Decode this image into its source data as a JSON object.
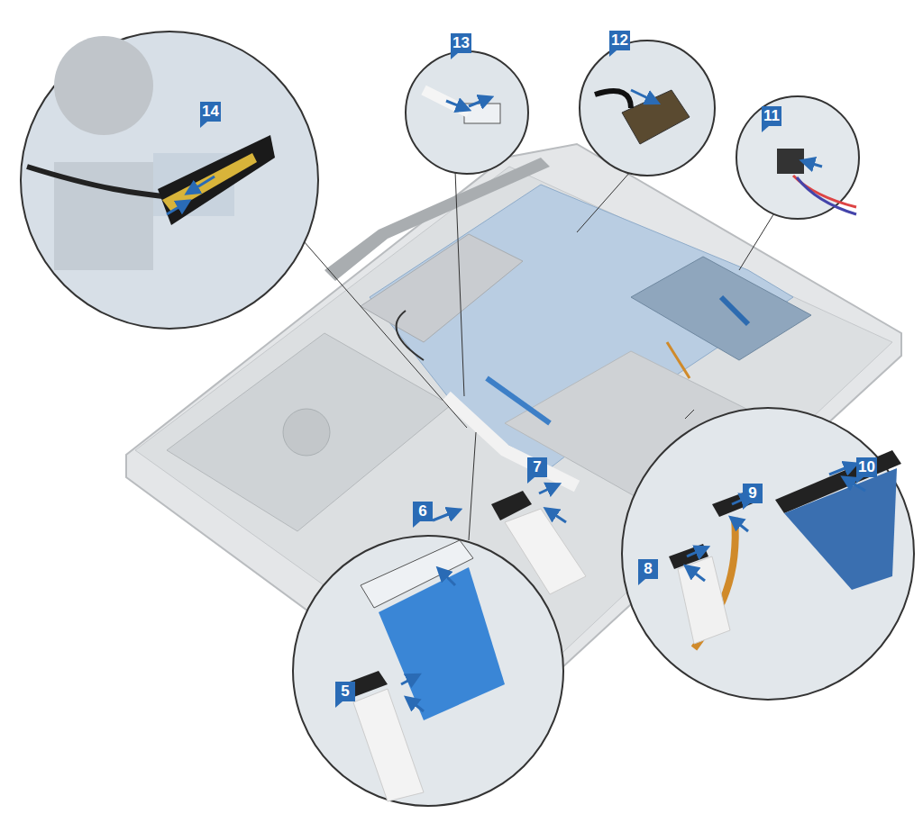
{
  "diagram": {
    "labels": [
      "14",
      "13",
      "12",
      "11",
      "10",
      "9",
      "8",
      "7",
      "6",
      "5"
    ]
  }
}
